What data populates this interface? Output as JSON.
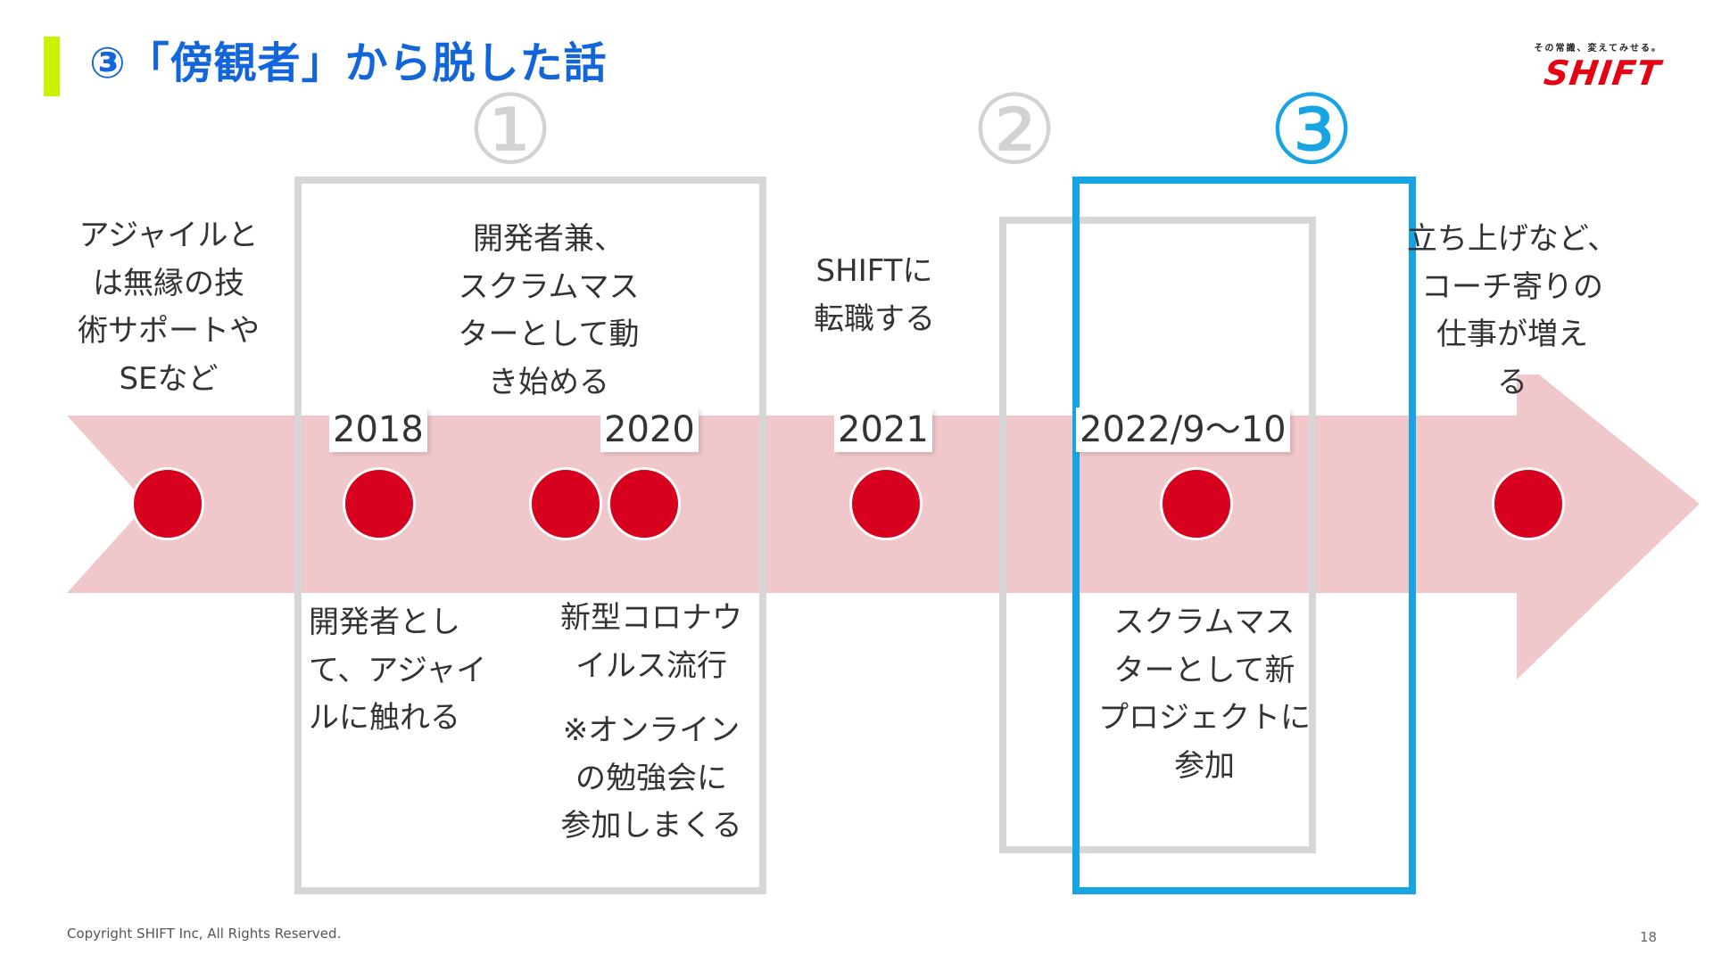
{
  "header": {
    "title": "③「傍観者」から脱した話",
    "accent_color": "#c8f200",
    "title_color": "#1266d9"
  },
  "logo": {
    "tagline": "その常識、変えてみせる。",
    "wordmark": "SHIFT",
    "color": "#e60012"
  },
  "phases": [
    {
      "label": "①",
      "color": "#d2d2d2"
    },
    {
      "label": "②",
      "color": "#d2d2d2"
    },
    {
      "label": "③",
      "color": "#17a4e2"
    }
  ],
  "timeline": {
    "arrow_color": "#f0c8cb",
    "dot_color": "#d7001f",
    "years": [
      "2018",
      "2020",
      "2021",
      "2022/9～10"
    ],
    "start_text": [
      "アジャイルと",
      "は無縁の技",
      "術サポートや",
      "SEなど"
    ],
    "y2020_top_text": [
      "開発者兼、",
      "スクラムマス",
      "ターとして動",
      "き始める"
    ],
    "y2021_top_text": [
      "SHIFTに",
      "転職する"
    ],
    "end_text": [
      "立ち上げなど、",
      "コーチ寄りの",
      "仕事が増え",
      "る"
    ],
    "y2018_bottom_text": [
      "開発者とし",
      "て、アジャイ",
      "ルに触れる"
    ],
    "y2020_bottom_text": [
      "新型コロナウ",
      "イルス流行"
    ],
    "y2020_note": [
      "※オンライン",
      "の勉強会に",
      "参加しまくる"
    ],
    "y2022_bottom_text": [
      "スクラムマス",
      "ターとして新",
      "プロジェクトに",
      "参加"
    ]
  },
  "footer": {
    "copyright": "Copyright SHIFT Inc, All Rights Reserved.",
    "page_number": "18"
  }
}
